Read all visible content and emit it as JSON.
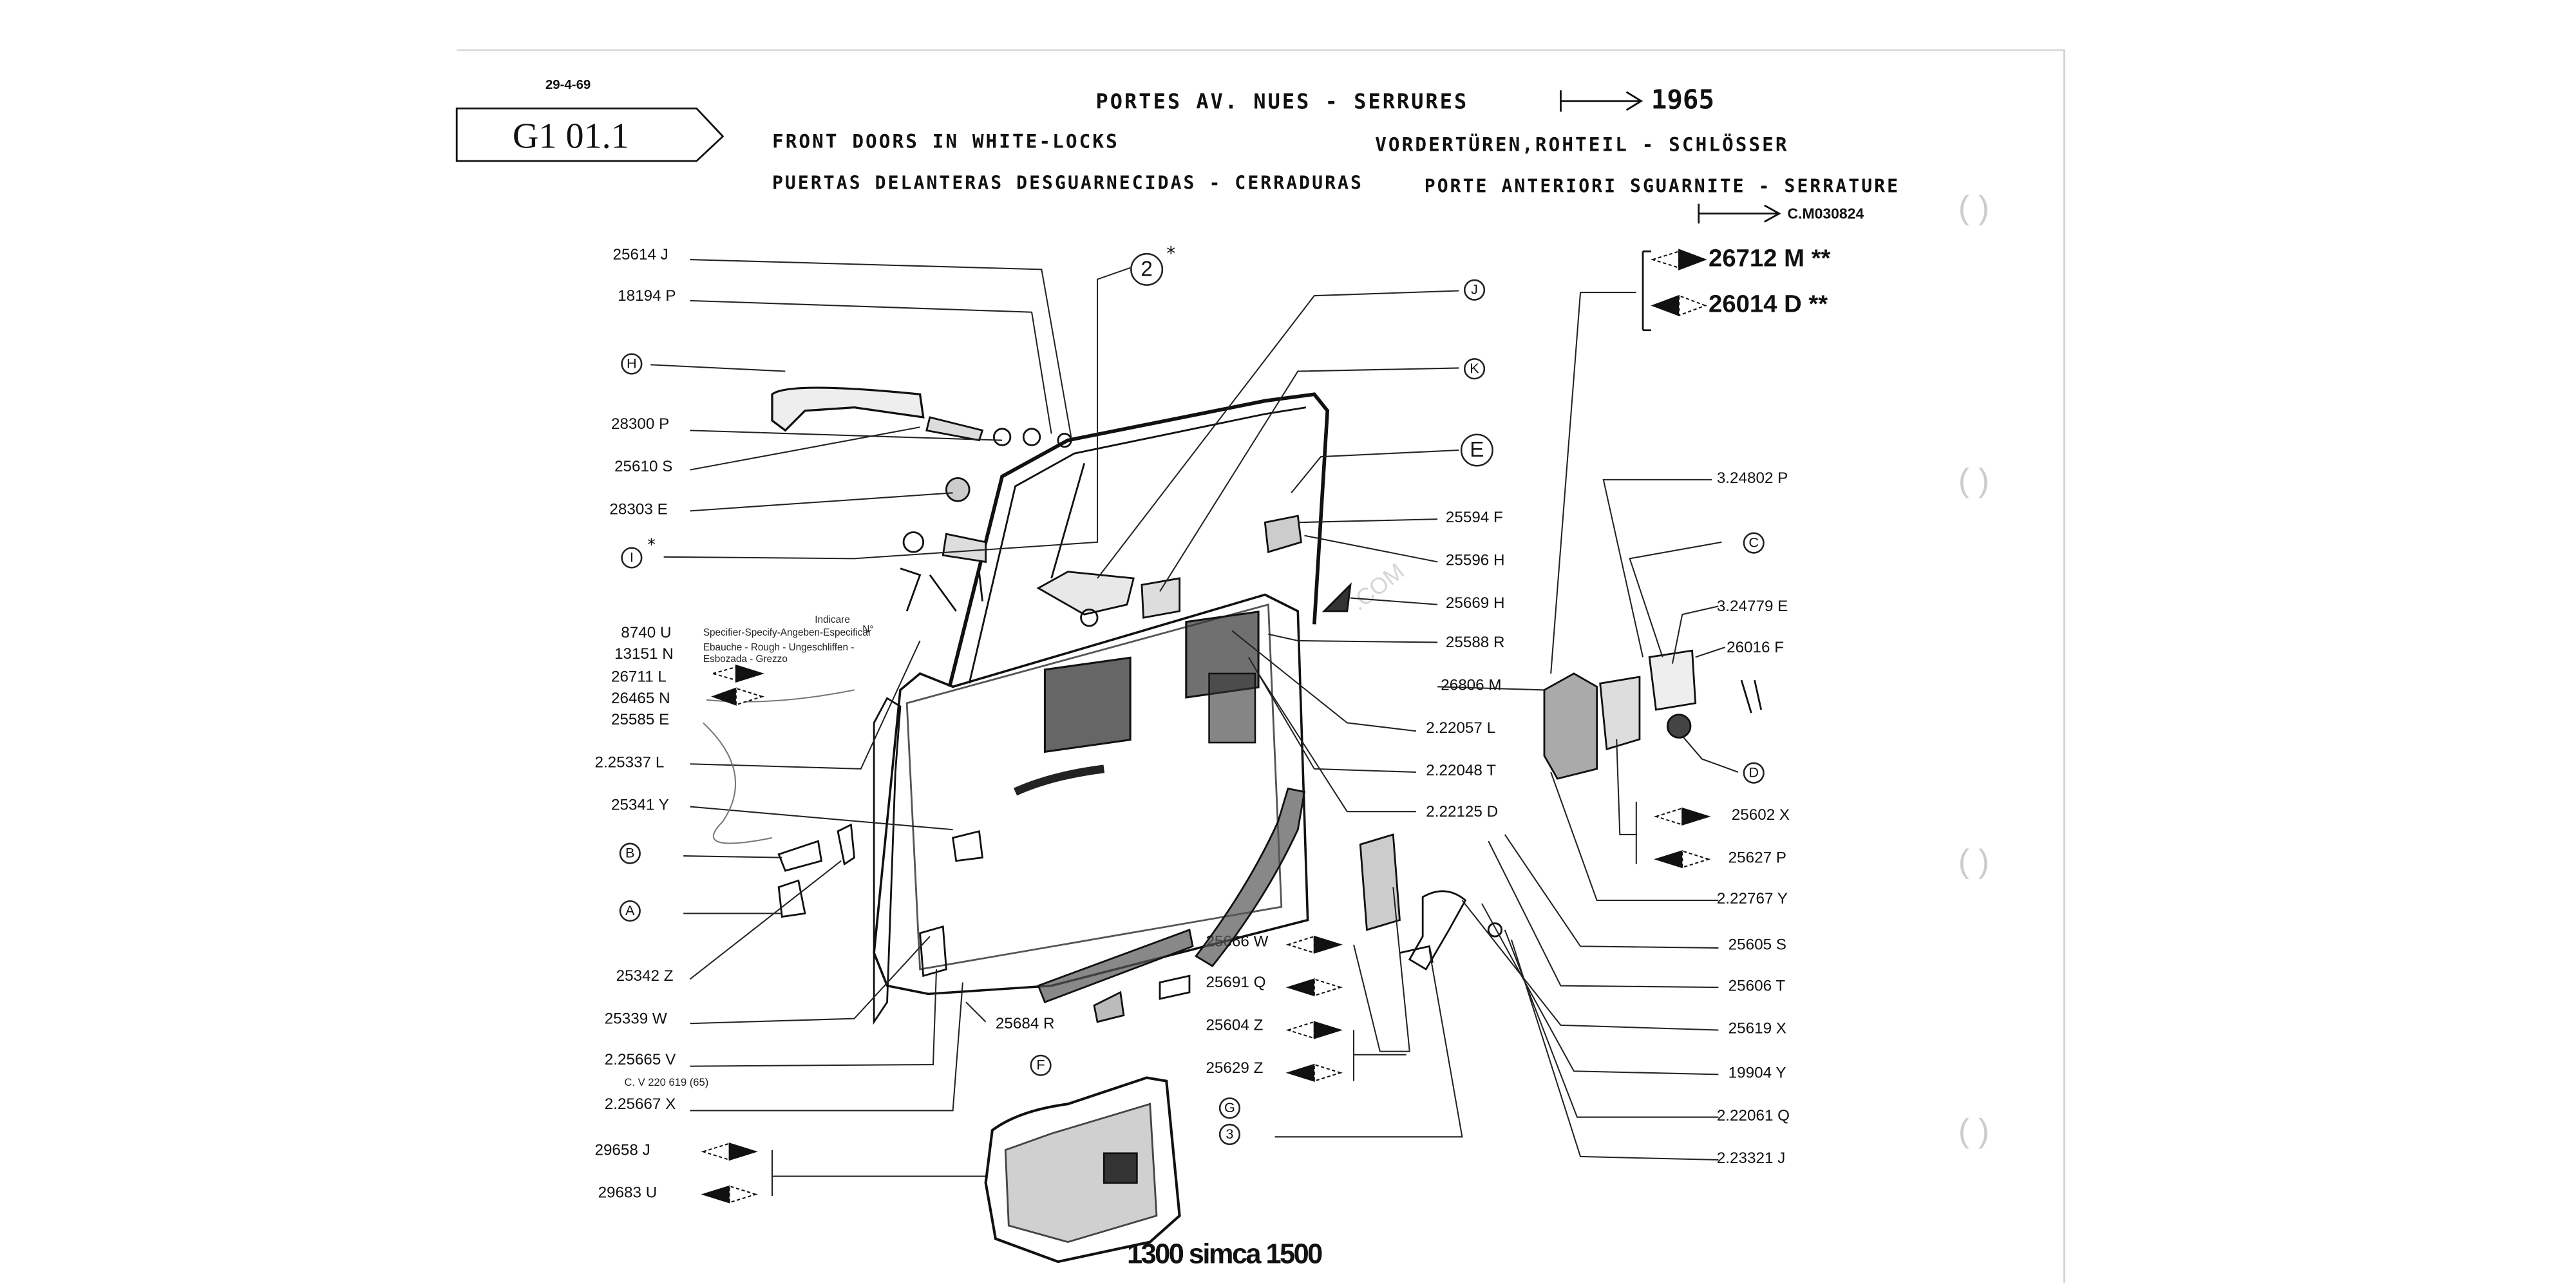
{
  "sheet": {
    "date": "29-4-69",
    "code": "G1 01.1",
    "title_fr": "PORTES AV. NUES - SERRURES",
    "title_year": "1965",
    "title_en": "FRONT DOORS IN WHITE-LOCKS",
    "title_de": "VORDERTÜREN,ROHTEIL - SCHLÖSSER",
    "title_es": "PUERTAS DELANTERAS DESGUARNECIDAS - CERRADURAS",
    "title_it": "PORTE ANTERIORI SGUARNITE - SERRATURE",
    "chassis_ref": "C.M030824",
    "footer": "1300 simca 1500",
    "indicare": "Indicare",
    "note_specify": "Specifier-Specify-Angeben-Especificar",
    "note_rough": "Ebauche - Rough - Ungeschliffen -",
    "note_grezzo": "Esbozada - Grezzo",
    "n_mark": "N°"
  },
  "callouts": [
    {
      "id": "c2",
      "label": "2"
    },
    {
      "id": "cH",
      "label": "H"
    },
    {
      "id": "cI",
      "label": "I"
    },
    {
      "id": "cJ",
      "label": "J"
    },
    {
      "id": "cK",
      "label": "K"
    },
    {
      "id": "cE",
      "label": "E"
    },
    {
      "id": "cC",
      "label": "C"
    },
    {
      "id": "cD",
      "label": "D"
    },
    {
      "id": "cB",
      "label": "B"
    },
    {
      "id": "cA",
      "label": "A"
    },
    {
      "id": "cF",
      "label": "F"
    },
    {
      "id": "cG",
      "label": "G"
    },
    {
      "id": "c3",
      "label": "3"
    }
  ],
  "parts_left": [
    {
      "no": "25614",
      "l": "J"
    },
    {
      "no": "18194",
      "l": "P"
    },
    {
      "no": "28300",
      "l": "P"
    },
    {
      "no": "25610",
      "l": "S"
    },
    {
      "no": "28303",
      "l": "E"
    },
    {
      "no": "8740",
      "l": "U"
    },
    {
      "no": "13151",
      "l": "N"
    },
    {
      "no": "26711",
      "l": "L"
    },
    {
      "no": "26465",
      "l": "N"
    },
    {
      "no": "25585",
      "l": "E"
    },
    {
      "no": "2.25337",
      "l": "L"
    },
    {
      "no": "25341",
      "l": "Y"
    },
    {
      "no": "25342",
      "l": "Z"
    },
    {
      "no": "25339",
      "l": "W"
    },
    {
      "no": "2.25665",
      "l": "V"
    },
    {
      "no": "2.25667",
      "l": "X"
    },
    {
      "no": "29658",
      "l": "J"
    },
    {
      "no": "29683",
      "l": "U"
    },
    {
      "no": "25684",
      "l": "R"
    }
  ],
  "c_v_note": "C. V 220 619 (65)",
  "parts_mid": [
    {
      "no": "25594",
      "l": "F"
    },
    {
      "no": "25596",
      "l": "H"
    },
    {
      "no": "25669",
      "l": "H"
    },
    {
      "no": "25588",
      "l": "R"
    },
    {
      "no": "26806",
      "l": "M"
    },
    {
      "no": "2.22057",
      "l": "L"
    },
    {
      "no": "2.22048",
      "l": "T"
    },
    {
      "no": "2.22125",
      "l": "D"
    },
    {
      "no": "25666",
      "l": "W"
    },
    {
      "no": "25691",
      "l": "Q"
    },
    {
      "no": "25604",
      "l": "Z"
    },
    {
      "no": "25629",
      "l": "Z"
    }
  ],
  "parts_right": [
    {
      "no": "26712 M",
      "l": "**"
    },
    {
      "no": "26014 D",
      "l": "**"
    },
    {
      "no": "3.24802",
      "l": "P"
    },
    {
      "no": "3.24779",
      "l": "E"
    },
    {
      "no": "26016",
      "l": "F"
    },
    {
      "no": "25602",
      "l": "X"
    },
    {
      "no": "25627",
      "l": "P"
    },
    {
      "no": "2.22767",
      "l": "Y"
    },
    {
      "no": "25605",
      "l": "S"
    },
    {
      "no": "25606",
      "l": "T"
    },
    {
      "no": "25619",
      "l": "X"
    },
    {
      "no": "19904",
      "l": "Y"
    },
    {
      "no": "2.22061",
      "l": "Q"
    },
    {
      "no": "2.23321",
      "l": "J"
    }
  ],
  "watermark": ".COM"
}
